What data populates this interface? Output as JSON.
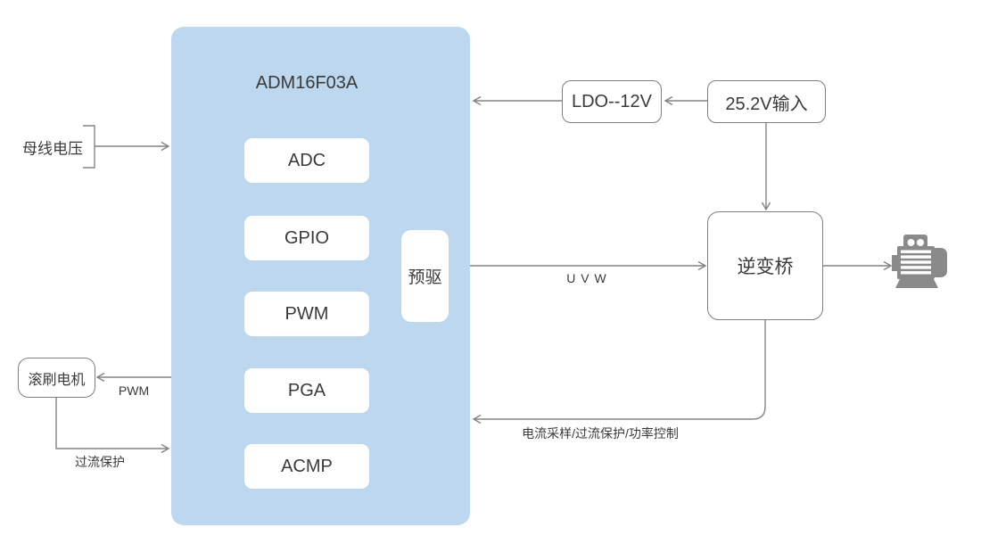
{
  "title": "ADM16F03A",
  "chip": {
    "modules": [
      "ADC",
      "GPIO",
      "PWM",
      "PGA",
      "ACMP"
    ],
    "predriver": "预驱"
  },
  "boxes": {
    "ldo": "LDO--12V",
    "power_input": "25.2V输入",
    "inverter_bridge": "逆变桥",
    "brush_motor": "滚刷电机"
  },
  "connector_labels": {
    "bus_voltage": "母线电压",
    "pwm": "PWM",
    "overcurrent_protection": "过流保护",
    "uvw": "U V W",
    "feedback": "电流采样/过流保护/功率控制"
  },
  "icons": {
    "motor": "motor-icon"
  },
  "colors": {
    "chip_fill": "#BDD7EE",
    "module_fill": "#FFFFFF",
    "line": "#848484",
    "box_border": "#7F7F7F",
    "text": "#3A3A3A",
    "motor_icon": "#8A8A8A"
  }
}
